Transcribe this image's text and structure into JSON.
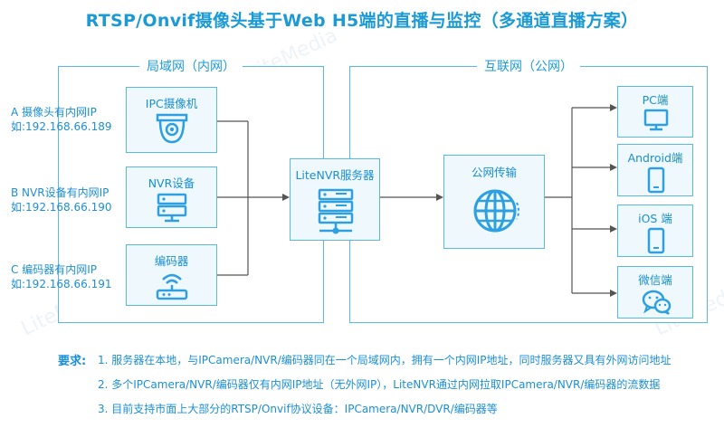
{
  "title": "RTSP/Onvif摄像头基于Web H5端的直播与监控（多通道直播方案）",
  "regions": {
    "lan": "局域网（内网）",
    "internet": "互联网（公网）"
  },
  "devices": [
    {
      "line1": "A 摄像头有内网IP",
      "line2": "如:192.168.66.189",
      "box_label": "IPC摄像机",
      "icon": "dome-camera-icon"
    },
    {
      "line1": "B NVR设备有内网IP",
      "line2": "如:192.168.66.190",
      "box_label": "NVR设备",
      "icon": "nvr-icon"
    },
    {
      "line1": "C 编码器有内网IP",
      "line2": "如:192.168.66.191",
      "box_label": "编码器",
      "icon": "router-icon"
    }
  ],
  "server": {
    "label": "LiteNVR服务器",
    "icon": "server-stack-icon"
  },
  "transport": {
    "label": "公网传输",
    "icon": "globe-icon"
  },
  "clients": [
    {
      "label": "PC端",
      "icon": "monitor-icon"
    },
    {
      "label": "Android端",
      "icon": "phone-icon"
    },
    {
      "label": "iOS 端",
      "icon": "phone-icon"
    },
    {
      "label": "微信端",
      "icon": "wechat-icon"
    }
  ],
  "notes": {
    "heading": "要求:",
    "items": [
      "1. 服务器在本地，与IPCamera/NVR/编码器同在一个局域网内，拥有一个内网IP地址，同时服务器又具有外网访问地址",
      "2. 多个IPCamera/NVR/编码器仅有内网IP地址（无外网IP），LiteNVR通过内网拉取IPCamera/NVR/编码器的流数据",
      "3. 目前支持市面上大部分的RTSP/Onvif协议设备：IPCamera/NVR/DVR/编码器等"
    ]
  },
  "watermark": "LiteMedia",
  "colors": {
    "accent": "#1b9ad6",
    "border": "#58b8e6",
    "box_fill": "#eef8fd",
    "icon_fill": "#2e9fe0"
  }
}
